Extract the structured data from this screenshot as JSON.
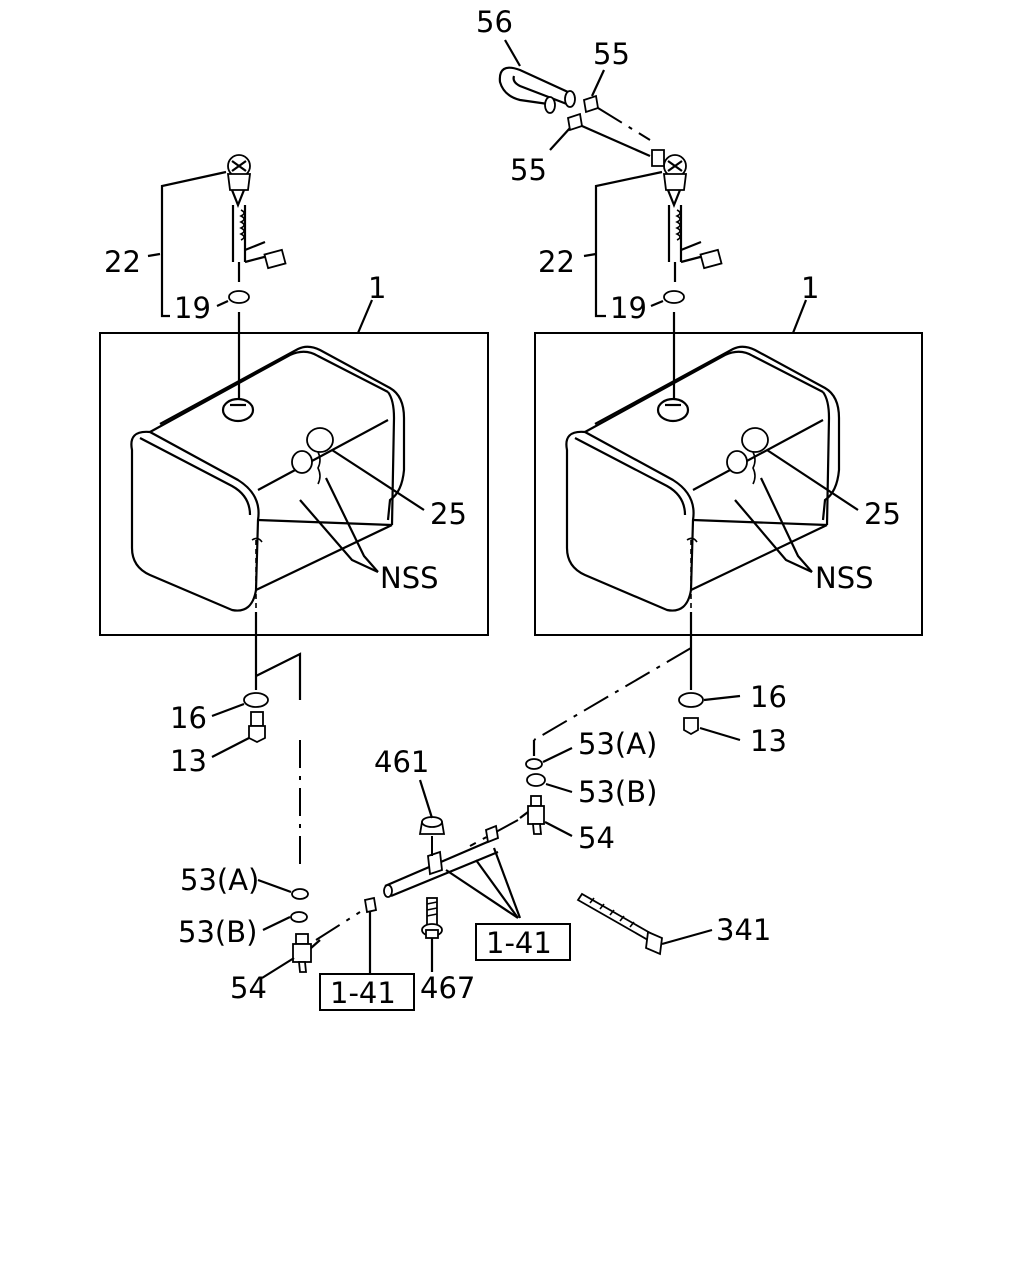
{
  "labels": {
    "l56": "56",
    "l55a": "55",
    "l55b": "55",
    "l22_left": "22",
    "l22_right": "22",
    "l19_left": "19",
    "l19_right": "19",
    "l1_left": "1",
    "l1_right": "1",
    "l25_left": "25",
    "l25_right": "25",
    "lnss_left": "NSS",
    "lnss_right": "NSS",
    "l16_left": "16",
    "l16_right": "16",
    "l13_left": "13",
    "l13_right": "13",
    "l53a_left": "53(A)",
    "l53b_left": "53(B)",
    "l53a_right": "53(A)",
    "l53b_right": "53(B)",
    "l54_left": "54",
    "l54_right": "54",
    "l461": "461",
    "l467": "467",
    "l341": "341",
    "ref_left": "1-41",
    "ref_right": "1-41"
  }
}
